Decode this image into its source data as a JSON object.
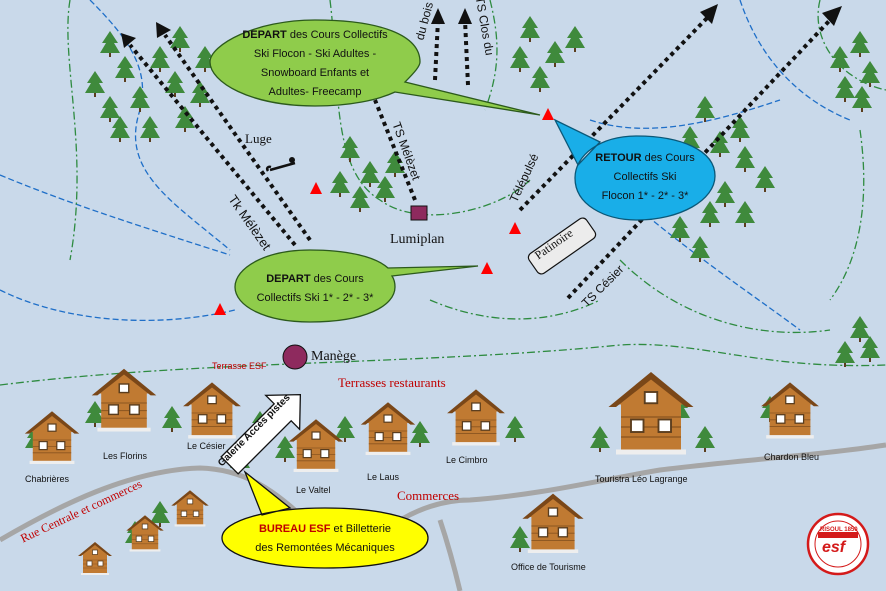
{
  "colors": {
    "background": "#c9d9ea",
    "tree": "#3f8a3c",
    "lift": "#111111",
    "bubble_green": "#8fcc4b",
    "bubble_blue": "#19aee8",
    "bubble_yellow": "#ffff00",
    "marker": "#ff0000",
    "road": "#a6a6a6",
    "red_text": "#c00000"
  },
  "bubbles": {
    "depart_flocon": {
      "title": "DEPART",
      "lines": [
        " des Cours Collectifs",
        "Ski Flocon - Ski Adultes -",
        "Snowboard Enfants et",
        "Adultes- Freecamp"
      ]
    },
    "retour": {
      "title": "RETOUR",
      "lines": [
        " des Cours",
        "Collectifs Ski",
        "Flocon 1* - 2* - 3*"
      ]
    },
    "depart_ski": {
      "title": "DEPART",
      "lines": [
        " des Cours",
        "Collectifs Ski 1* - 2* - 3*"
      ]
    },
    "bureau": {
      "title": "BUREAU ESF",
      "lines": [
        " et Billetterie",
        "des Remontées Mécaniques"
      ]
    }
  },
  "lifts": {
    "tk_melezet": "Tk Mélèzet",
    "ts_melezet": "TS Mélèzet",
    "du_bois": "du bois",
    "ts_clos_du": "TS Clos du",
    "telepulse": "Télépulsé",
    "ts_cesier": "TS Césier"
  },
  "places": {
    "luge": "Luge",
    "lumiplan": "Lumiplan",
    "patinoire": "Patinoire",
    "manege": "Manège",
    "terrasse_esf": "Terrasse ESF",
    "terrasses_restaurants": "Terrasses restaurants",
    "commerces": "Commerces",
    "galerie": "Galerie Accès pistes",
    "rue_centrale": "Rue Centrale et commerces"
  },
  "chalets": [
    "Chabrières",
    "Les Florins",
    "Le Césier",
    "Le Valtel",
    "Le Laus",
    "Le Cimbro",
    "Touristra Léo Lagrange",
    "Chardon Bleu",
    "Office de Tourisme"
  ],
  "logo": {
    "top": "RISOUL 1850",
    "bottom": "esf"
  }
}
